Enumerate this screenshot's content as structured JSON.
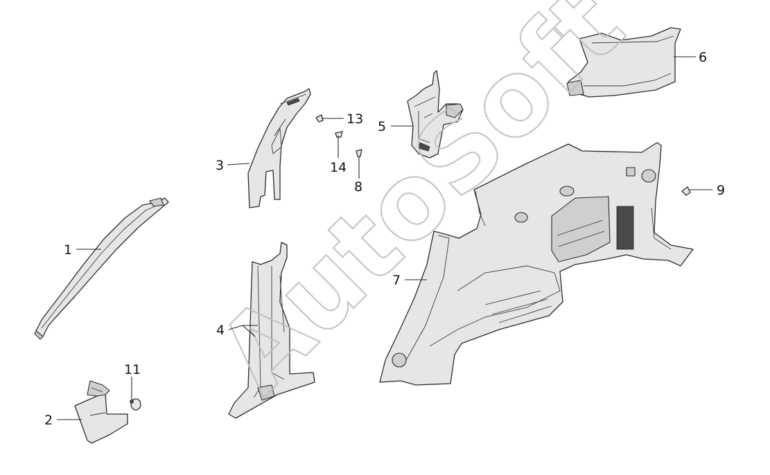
{
  "watermark": "AutoSoft",
  "callouts": [
    {
      "id": "1",
      "label": "1"
    },
    {
      "id": "2",
      "label": "2"
    },
    {
      "id": "3",
      "label": "3"
    },
    {
      "id": "4",
      "label": "4"
    },
    {
      "id": "5",
      "label": "5"
    },
    {
      "id": "6",
      "label": "6"
    },
    {
      "id": "7",
      "label": "7"
    },
    {
      "id": "8",
      "label": "8"
    },
    {
      "id": "9",
      "label": "9"
    },
    {
      "id": "11",
      "label": "11"
    },
    {
      "id": "13",
      "label": "13"
    },
    {
      "id": "14",
      "label": "14"
    }
  ]
}
